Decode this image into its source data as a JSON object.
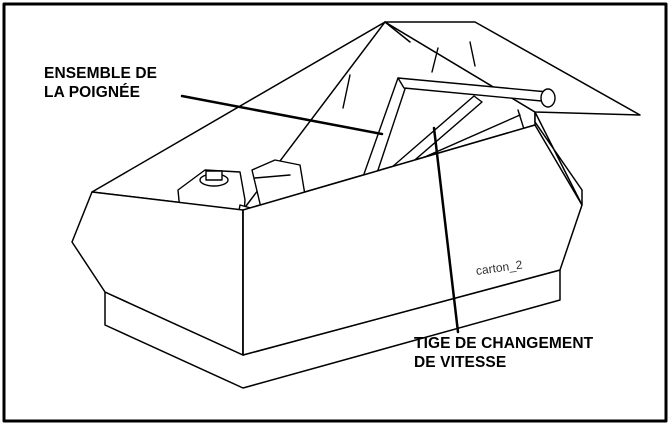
{
  "labels": {
    "handle_assembly_line1": "ENSEMBLE DE",
    "handle_assembly_line2": "LA POIGNÉE",
    "shift_rod_line1": "TIGE DE CHANGEMENT",
    "shift_rod_line2": "DE VITESSE"
  },
  "box_label": "carton_2",
  "colors": {
    "line": "#000000",
    "box_fill": "#ffffff",
    "background": "#ffffff"
  }
}
